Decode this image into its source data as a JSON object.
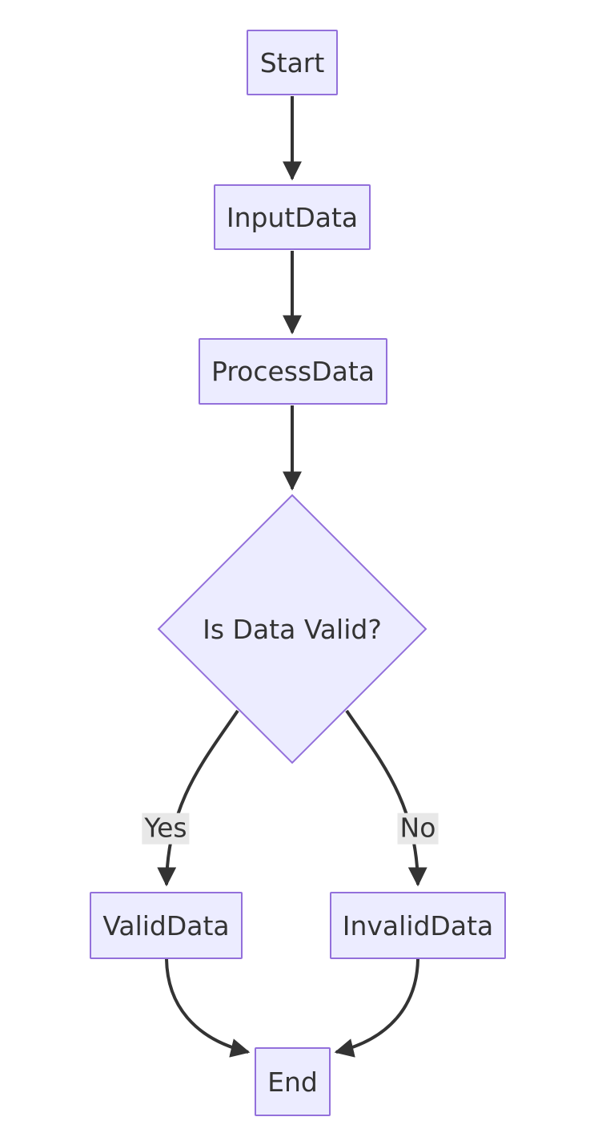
{
  "diagram": {
    "type": "flowchart",
    "direction": "top-down",
    "nodes": {
      "start": {
        "label": "Start",
        "shape": "rect"
      },
      "input": {
        "label": "InputData",
        "shape": "rect"
      },
      "process": {
        "label": "ProcessData",
        "shape": "rect"
      },
      "decision": {
        "label": "Is Data Valid?",
        "shape": "diamond"
      },
      "valid": {
        "label": "ValidData",
        "shape": "rect"
      },
      "invalid": {
        "label": "InvalidData",
        "shape": "rect"
      },
      "end": {
        "label": "End",
        "shape": "rect"
      }
    },
    "edge_labels": {
      "yes": "Yes",
      "no": "No"
    },
    "edges": [
      {
        "from": "Start",
        "to": "InputData",
        "label": ""
      },
      {
        "from": "InputData",
        "to": "ProcessData",
        "label": ""
      },
      {
        "from": "ProcessData",
        "to": "Is Data Valid?",
        "label": ""
      },
      {
        "from": "Is Data Valid?",
        "to": "ValidData",
        "label": "Yes"
      },
      {
        "from": "Is Data Valid?",
        "to": "InvalidData",
        "label": "No"
      },
      {
        "from": "ValidData",
        "to": "End",
        "label": ""
      },
      {
        "from": "InvalidData",
        "to": "End",
        "label": ""
      }
    ]
  },
  "colors": {
    "node_fill": "#ECECFF",
    "node_border": "#9370DB",
    "edge_color": "#333333",
    "text_color": "#333333",
    "edge_label_bg": "#e8e8e8",
    "background": "#ffffff"
  }
}
